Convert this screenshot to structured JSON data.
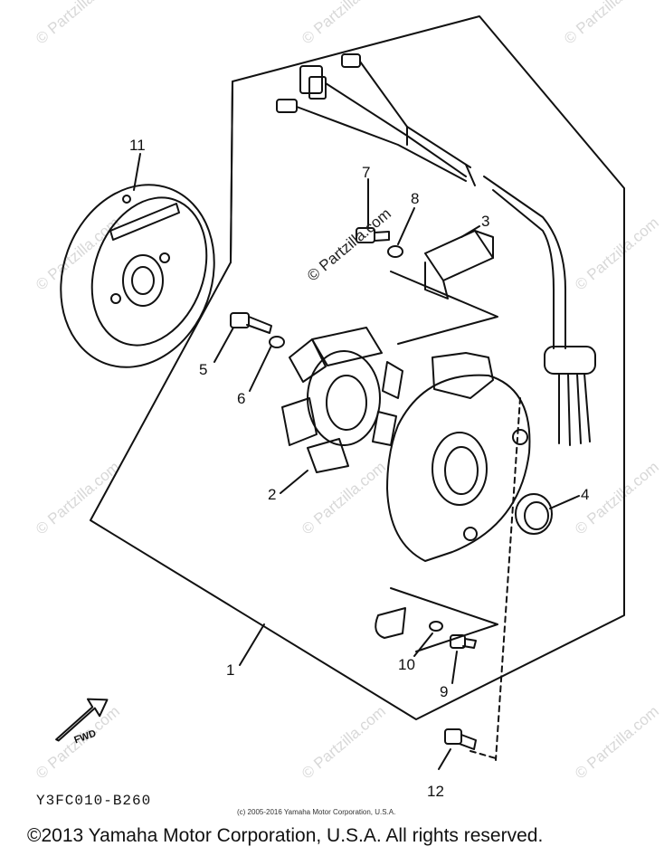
{
  "diagram": {
    "parts": [
      {
        "id": "1",
        "label": "1"
      },
      {
        "id": "2",
        "label": "2"
      },
      {
        "id": "3",
        "label": "3"
      },
      {
        "id": "4",
        "label": "4"
      },
      {
        "id": "5",
        "label": "5"
      },
      {
        "id": "6",
        "label": "6"
      },
      {
        "id": "7",
        "label": "7"
      },
      {
        "id": "8",
        "label": "8"
      },
      {
        "id": "9",
        "label": "9"
      },
      {
        "id": "10",
        "label": "10"
      },
      {
        "id": "11",
        "label": "11"
      },
      {
        "id": "12",
        "label": "12"
      }
    ],
    "fwd_label": "FWD",
    "diagram_code": "Y3FC010-B260"
  },
  "watermark": {
    "text": "© Partzilla.com",
    "center_text": "© Partzilla.com"
  },
  "footer": {
    "small_copyright": "(c) 2005-2016 Yamaha Motor Corporation, U.S.A.",
    "main_copyright": "©2013 Yamaha Motor Corporation, U.S.A. All rights reserved."
  }
}
